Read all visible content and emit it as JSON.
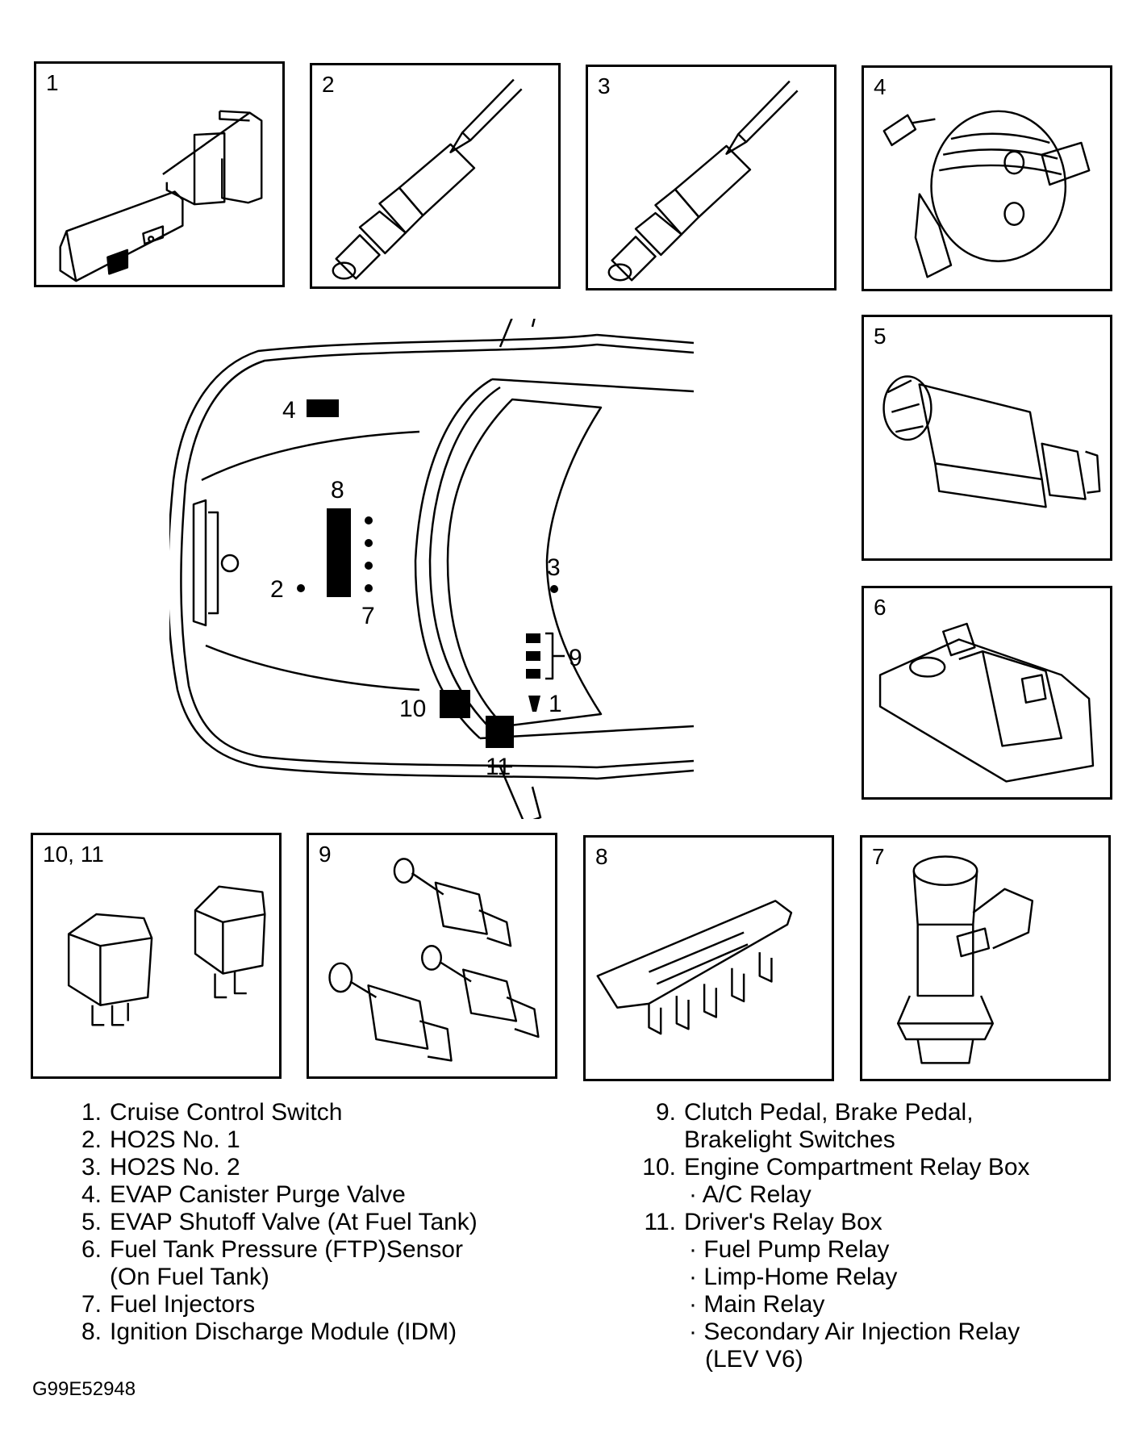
{
  "panels": [
    {
      "id": "p1",
      "label": "1"
    },
    {
      "id": "p2",
      "label": "2"
    },
    {
      "id": "p3",
      "label": "3"
    },
    {
      "id": "p4",
      "label": "4"
    },
    {
      "id": "p5",
      "label": "5"
    },
    {
      "id": "p6",
      "label": "6"
    },
    {
      "id": "p10_11",
      "label": "10, 11"
    },
    {
      "id": "p9",
      "label": "9"
    },
    {
      "id": "p8",
      "label": "8"
    },
    {
      "id": "p7",
      "label": "7"
    }
  ],
  "car_callouts": {
    "c1": "1",
    "c2": "2",
    "c3": "3",
    "c4": "4",
    "c7": "7",
    "c8": "8",
    "c9": "9",
    "c10": "10",
    "c11": "11"
  },
  "legend_left": [
    {
      "num": "1.",
      "text": "Cruise Control Switch"
    },
    {
      "num": "2.",
      "text": "HO2S No. 1"
    },
    {
      "num": "3.",
      "text": "HO2S No. 2"
    },
    {
      "num": "4.",
      "text": "EVAP Canister Purge Valve"
    },
    {
      "num": "5.",
      "text": "EVAP Shutoff Valve (At Fuel Tank)"
    },
    {
      "num": "6.",
      "text": "Fuel Tank Pressure (FTP)Sensor"
    },
    {
      "num": "",
      "text": "(On Fuel Tank)"
    },
    {
      "num": "7.",
      "text": "Fuel Injectors"
    },
    {
      "num": "8.",
      "text": "Ignition Discharge Module (IDM)"
    }
  ],
  "legend_right": [
    {
      "num": "9.",
      "text": "Clutch Pedal, Brake Pedal,"
    },
    {
      "num": "",
      "text": "Brakelight  Switches"
    },
    {
      "num": "10.",
      "text": "Engine Compartment Relay Box"
    },
    {
      "num": "",
      "text": "· A/C Relay",
      "sub": true
    },
    {
      "num": "11.",
      "text": "Driver's Relay Box"
    },
    {
      "num": "",
      "text": "· Fuel Pump Relay",
      "sub": true
    },
    {
      "num": "",
      "text": "· Limp-Home Relay",
      "sub": true
    },
    {
      "num": "",
      "text": "· Main Relay",
      "sub": true
    },
    {
      "num": "",
      "text": "· Secondary Air Injection Relay",
      "sub": true
    },
    {
      "num": "",
      "text": "(LEV V6)",
      "sub2": true
    }
  ],
  "figure_id": "G99E52948"
}
